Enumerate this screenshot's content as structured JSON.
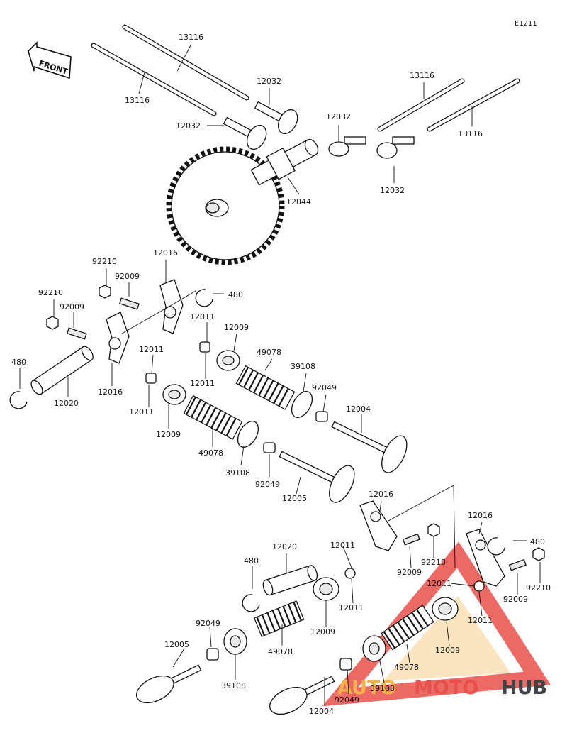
{
  "diagram_code": "E1211",
  "front_label": "FRONT",
  "watermark": {
    "part1": "AUTO",
    "part2": "MOTO",
    "part3": "HUB",
    "color_red": "#e8504b",
    "color_orange": "#f4b24a",
    "color_dark": "#3f4449"
  },
  "part_labels": [
    "13116",
    "13116",
    "12032",
    "12032",
    "13116",
    "12032",
    "13116",
    "12032",
    "12044",
    "92210",
    "12016",
    "92009",
    "92210",
    "480",
    "92009",
    "12011",
    "12009",
    "12011",
    "49078",
    "39108",
    "480",
    "12020",
    "12016",
    "12011",
    "92049",
    "12004",
    "12011",
    "12009",
    "49078",
    "39108",
    "92049",
    "12005",
    "12016",
    "12016",
    "480",
    "12020",
    "12011",
    "480",
    "92009",
    "92210",
    "92210",
    "92009",
    "12011",
    "12011",
    "12011",
    "92049",
    "12005",
    "49078",
    "12009",
    "39108",
    "12009",
    "92049",
    "39108",
    "12004",
    "49078"
  ]
}
